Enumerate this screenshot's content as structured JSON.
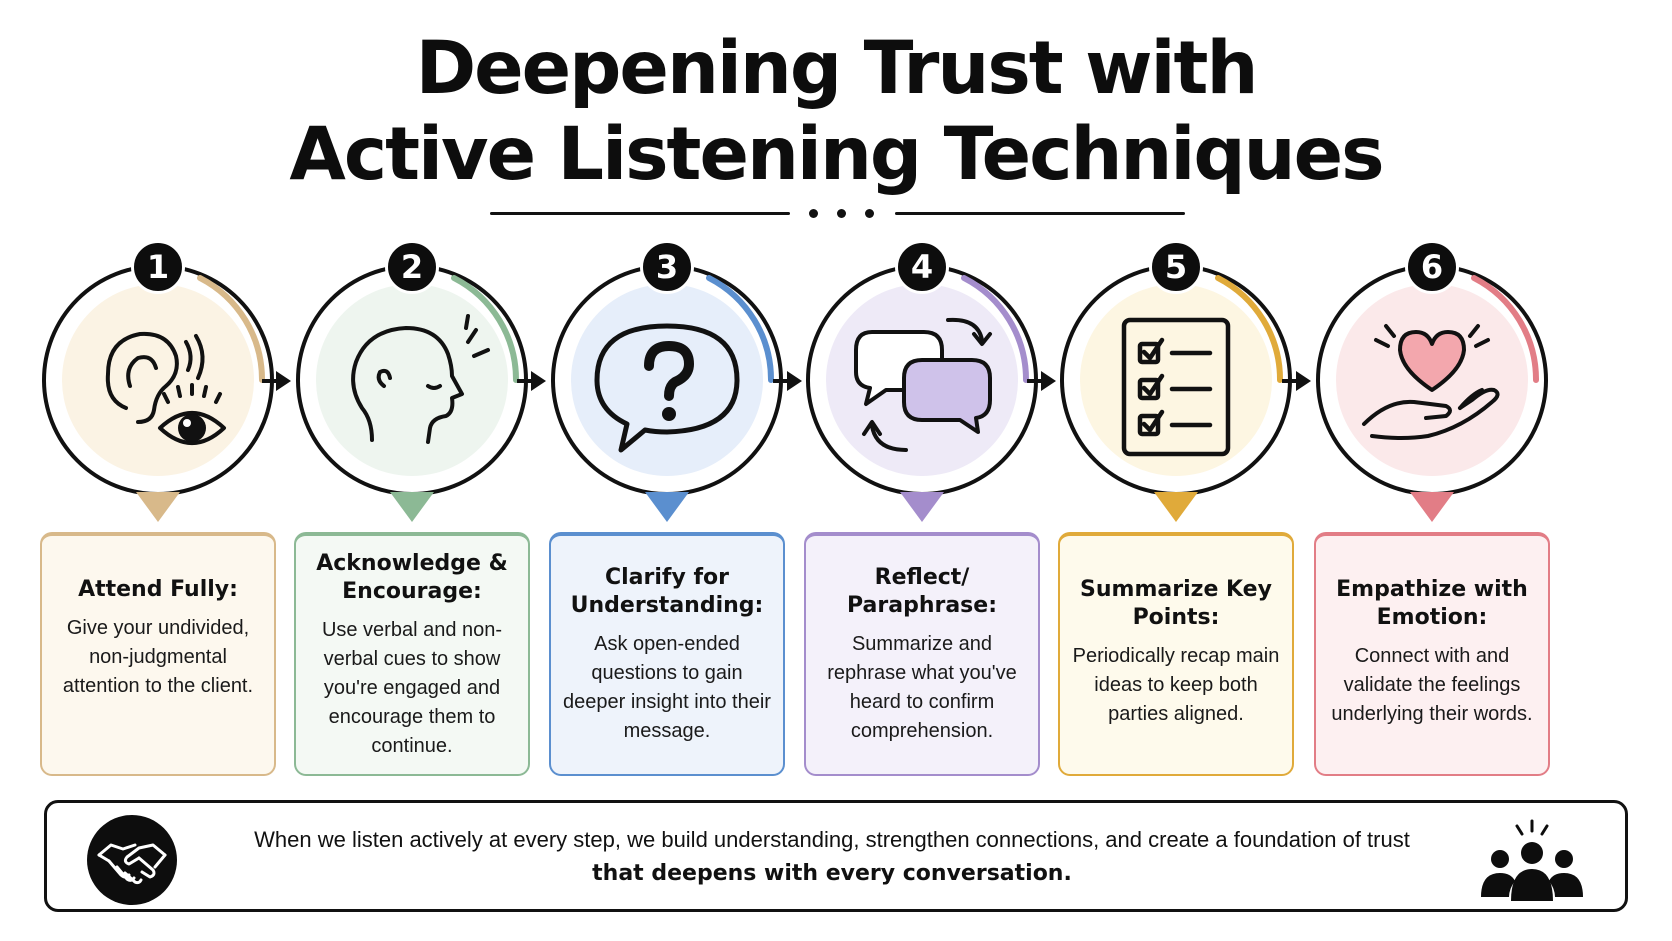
{
  "title": {
    "line1": "Deepening Trust with",
    "line2": "Active Listening Techniques"
  },
  "steps": [
    {
      "number": "1",
      "title": "Attend Fully:",
      "body": "Give your undivided, non-judgmental attention to the client.",
      "accent": "#d8b98a",
      "tint": "#fbf3e4",
      "card_bg": "#fdf8ee",
      "icon": "ear-eye-icon"
    },
    {
      "number": "2",
      "title": "Acknowledge & Encourage:",
      "body": "Use verbal and non-verbal cues to show you're engaged and encourage them to continue.",
      "accent": "#8cb995",
      "tint": "#eef5ef",
      "card_bg": "#f4f9f4",
      "icon": "head-nod-icon"
    },
    {
      "number": "3",
      "title": "Clarify for Understanding:",
      "body": "Ask open-ended questions to gain deeper insight into their message.",
      "accent": "#5b8fcf",
      "tint": "#e6eefa",
      "card_bg": "#eef3fb",
      "icon": "question-bubble-icon"
    },
    {
      "number": "4",
      "title": "Reflect/ Paraphrase:",
      "body": "Summarize and rephrase what you've heard to confirm comprehension.",
      "accent": "#a48dcc",
      "tint": "#eeeaf7",
      "card_bg": "#f4f1fa",
      "icon": "chat-exchange-icon"
    },
    {
      "number": "5",
      "title": "Summarize Key Points:",
      "body": "Periodically recap main ideas to keep both parties aligned.",
      "accent": "#e0aa3a",
      "tint": "#fdf6e2",
      "card_bg": "#fefaec",
      "icon": "checklist-icon"
    },
    {
      "number": "6",
      "title": "Empathize with Emotion:",
      "body": "Connect with and validate the feelings underlying their words.",
      "accent": "#e27d86",
      "tint": "#fbe9ea",
      "card_bg": "#fdf0f1",
      "icon": "heart-hand-icon"
    }
  ],
  "banner": {
    "text": "When we listen actively at every step, we build understanding, strengthen connections, and create a foundation of trust",
    "emphasis": "that deepens with every conversation.",
    "left_icon": "handshake-icon",
    "right_icon": "people-group-icon"
  }
}
